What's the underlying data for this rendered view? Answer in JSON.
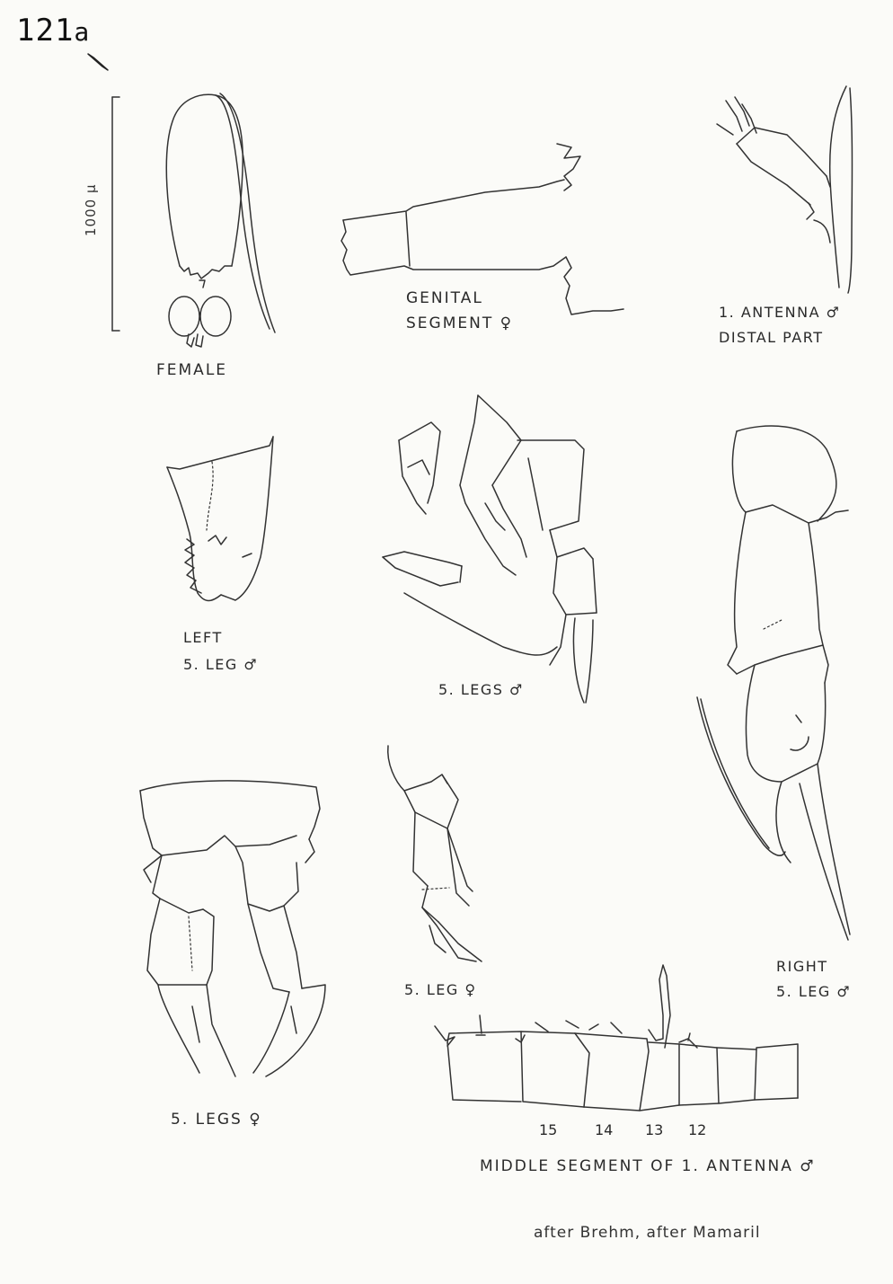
{
  "plate": {
    "number": "121",
    "suffix": "a"
  },
  "scale_bar": {
    "label": "1000 μ"
  },
  "figures": {
    "female": "FEMALE",
    "genital_segment": "GENITAL SEGMENT ♀",
    "antenna_distal_line1": "1. ANTENNA ♂",
    "antenna_distal_line2": "DISTAL PART",
    "left_leg_line1": "LEFT",
    "left_leg_line2": "5. LEG ♂",
    "legs_male": "5. LEGS ♂",
    "right_leg_line1": "RIGHT",
    "right_leg_line2": "5. LEG ♂",
    "legs_female": "5. LEGS ♀",
    "leg_female": "5. LEG ♀",
    "middle_segment": "MIDDLE SEGMENT OF 1. ANTENNA ♂"
  },
  "segment_numbers": [
    "15",
    "14",
    "13",
    "12"
  ],
  "credit": "after Brehm, after Mamaril"
}
